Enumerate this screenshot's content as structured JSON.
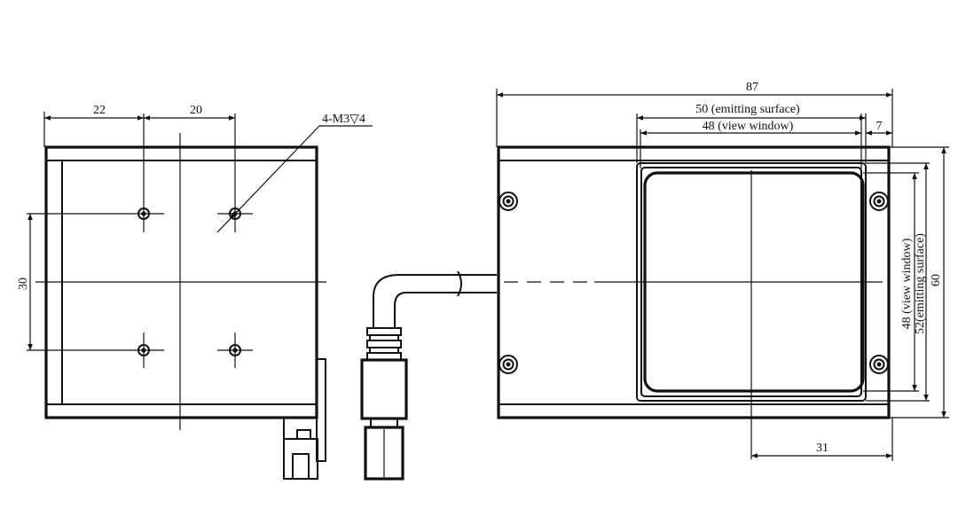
{
  "left_view": {
    "dim_22": "22",
    "dim_20": "20",
    "dim_30": "30",
    "thread_callout": "4-M3▽4"
  },
  "right_view": {
    "dim_87": "87",
    "dim_50_emitting": "50 (emitting surface)",
    "dim_48_view": "48 (view window)",
    "dim_7": "7",
    "dim_48_view_vertical": "48 (view window)",
    "dim_52_emitting_vertical": "52(emitting surface)",
    "dim_60": "60",
    "dim_31": "31"
  }
}
